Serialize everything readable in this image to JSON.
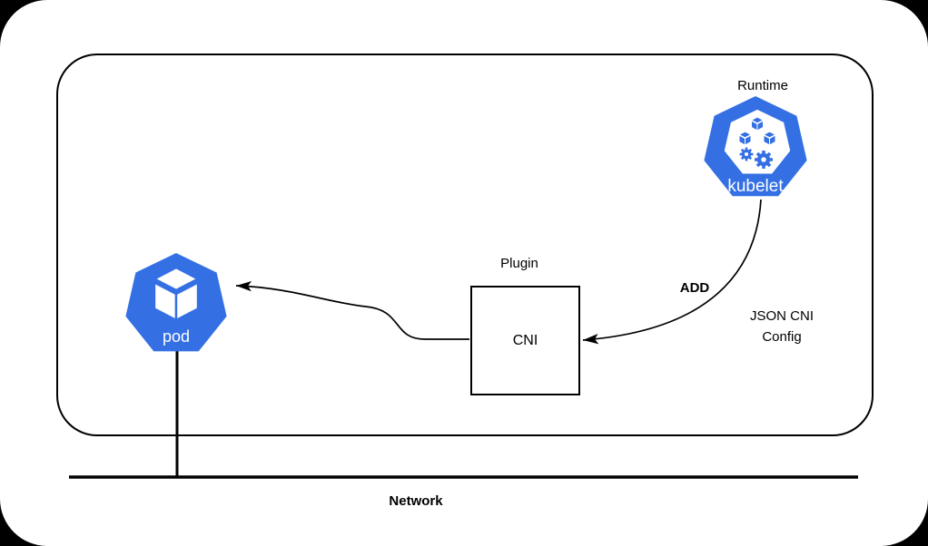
{
  "colors": {
    "surface": "#ffffff",
    "stroke": "#000000",
    "node_blue": "#3470E4"
  },
  "diagram": {
    "kubelet": {
      "title": "Runtime",
      "label": "kubelet"
    },
    "cni": {
      "title": "Plugin",
      "label": "CNI"
    },
    "pod": {
      "label": "pod"
    },
    "network": {
      "label": "Network"
    },
    "edges": {
      "kubelet_to_cni": {
        "label": "ADD",
        "sublabel": "JSON CNI\nConfig"
      },
      "cni_to_pod": {
        "label": ""
      }
    }
  }
}
